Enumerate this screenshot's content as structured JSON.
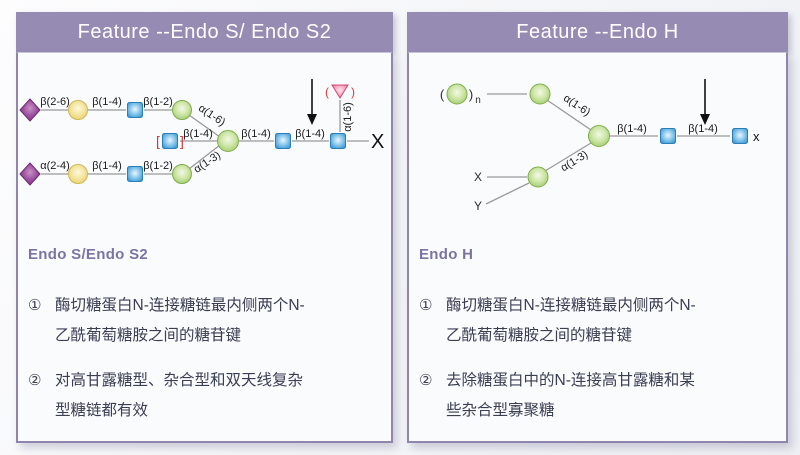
{
  "colors": {
    "header_bg": "#958bb3",
    "panel_border": "#8f85ad",
    "accent_title": "#7c73a3",
    "body_text": "#3a3e52",
    "bracket_red": "#e03131",
    "mannose_green": "#9cc968",
    "glcnac_blue": "#3596d5",
    "galactose_yellow": "#e8d06a",
    "sialic_acid_purple": "#7c3585",
    "fucose_pink": "#e25b83"
  },
  "left_panel": {
    "header": "Feature --Endo S/ Endo S2",
    "title": "Endo S/Endo S2",
    "items": [
      {
        "num": "①",
        "text": "酶切糖蛋白N-连接糖链最内侧两个N-\n乙酰葡萄糖胺之间的糖苷键"
      },
      {
        "num": "②",
        "text": "对高甘露糖型、杂合型和双天线复杂\n型糖链都有效"
      }
    ],
    "diagram": {
      "bond_b26": "β(2-6)",
      "bond_b14_top": "β(1-4)",
      "bond_b12_top": "β(1-2)",
      "bond_a24": "α(2-4)",
      "bond_b14_bottom": "β(1-4)",
      "bond_b12_bottom": "β(1-2)",
      "bond_a16": "α(1-6)",
      "bond_a13": "α(1-3)",
      "bond_b14_bisect": "β(1-4)",
      "bond_b14_core": "β(1-4)",
      "bond_b14_cleave": "β(1-4)",
      "bond_a16_fucose": "α(1-6)",
      "bracket_open": "[",
      "bracket_close": "]",
      "paren_open": "(",
      "paren_close": ")",
      "terminal": "X"
    }
  },
  "right_panel": {
    "header": "Feature --Endo H",
    "title": "Endo H",
    "items": [
      {
        "num": "①",
        "text": "酶切糖蛋白N-连接糖链最内侧两个N-\n乙酰葡萄糖胺之间的糖苷键"
      },
      {
        "num": "②",
        "text": "去除糖蛋白中的N-连接高甘露糖和某\n些杂合型寡聚糖"
      }
    ],
    "diagram": {
      "paren_open": "(",
      "paren_close": ")",
      "repeat_subscript": "n",
      "bond_a16": "α(1-6)",
      "bond_a13": "α(1-3)",
      "branch_x": "X",
      "branch_y": "Y",
      "bond_b14_core": "β(1-4)",
      "bond_b14_cleave": "β(1-4)",
      "terminal": "x"
    }
  }
}
